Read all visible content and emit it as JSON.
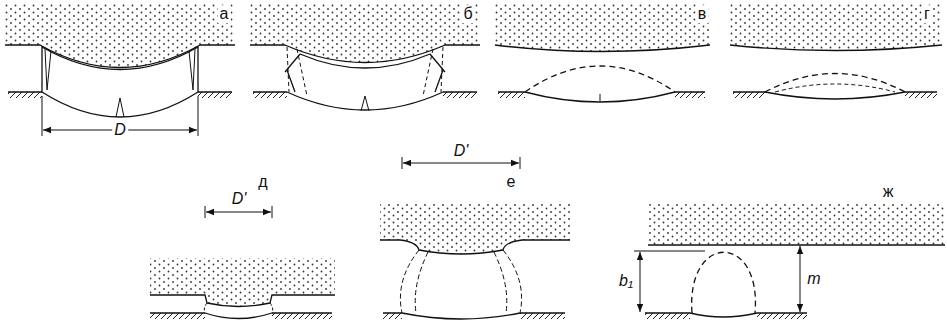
{
  "diagram": {
    "labels": [
      "а",
      "б",
      "в",
      "г",
      "D",
      "д",
      "D'",
      "е",
      "D'",
      "ж",
      "b₁",
      "m"
    ]
  }
}
